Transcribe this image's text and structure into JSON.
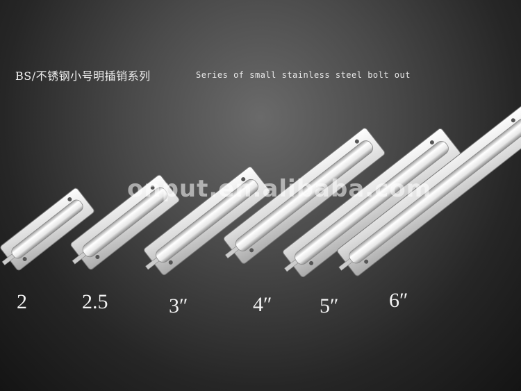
{
  "heading": {
    "chinese": "BS/不锈钢小号明插销系列",
    "english": "Series of small stainless steel bolt out"
  },
  "watermark": "onput.en.alibaba.com",
  "products": [
    {
      "size": "2"
    },
    {
      "size": "2.5"
    },
    {
      "size": "3″"
    },
    {
      "size": "4″"
    },
    {
      "size": "5″"
    },
    {
      "size": "6″"
    }
  ]
}
